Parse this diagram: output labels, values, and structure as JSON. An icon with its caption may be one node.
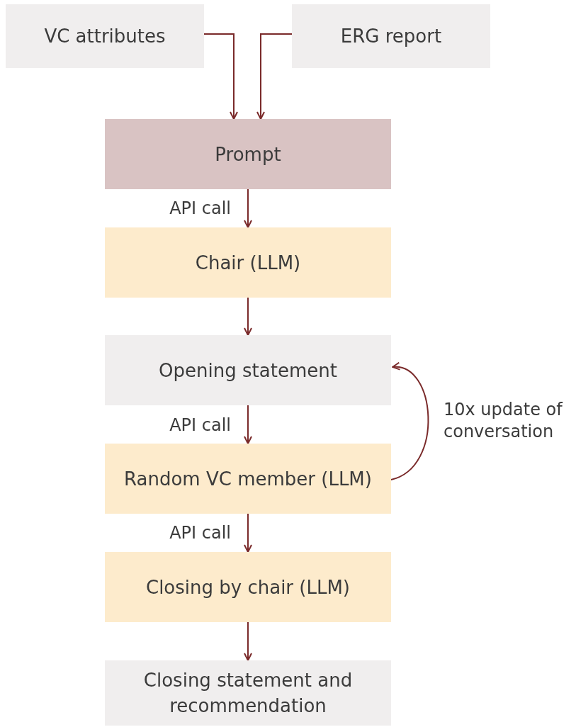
{
  "diagram": {
    "nodes": [
      {
        "text": [
          "VC attributes"
        ]
      },
      {
        "text": [
          "ERG report"
        ]
      },
      {
        "text": [
          "Prompt"
        ]
      },
      {
        "text": [
          "Chair (LLM)"
        ]
      },
      {
        "text": [
          "Opening statement"
        ]
      },
      {
        "text": [
          "Random VC member (LLM)"
        ]
      },
      {
        "text": [
          "Closing by chair (LLM)"
        ]
      },
      {
        "text": [
          "Closing statement and recommendation"
        ]
      }
    ],
    "edges": [
      {
        "from": 0,
        "to": 2,
        "arrow": "to"
      },
      {
        "from": 1,
        "to": 2,
        "arrow": "to"
      },
      {
        "from": 2,
        "to": 3,
        "label": "API call",
        "arrow": "to"
      },
      {
        "from": 3,
        "to": 4,
        "arrow": "to"
      },
      {
        "from": 4,
        "to": 5,
        "label": "API call",
        "arrow": "to"
      },
      {
        "from": 5,
        "to": 4,
        "label": "10x update of conversation",
        "arrow": "to"
      },
      {
        "from": 5,
        "to": 6,
        "label": "API call",
        "arrow": "to"
      },
      {
        "from": 6,
        "to": 7,
        "arrow": "to"
      }
    ]
  }
}
